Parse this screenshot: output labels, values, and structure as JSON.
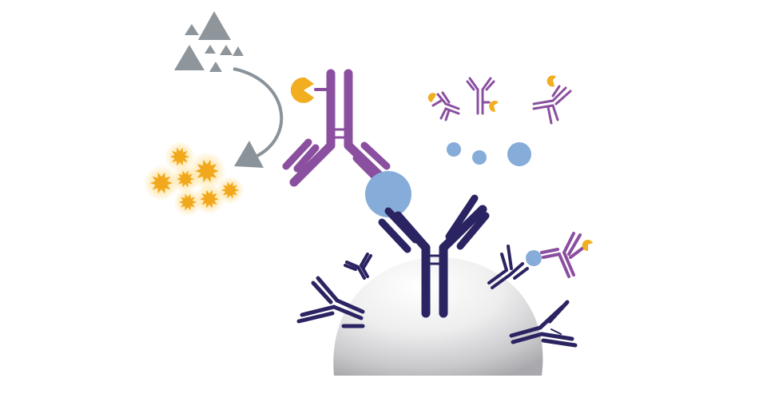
{
  "diagram": {
    "kind": "sandwich-immunoassay-illustration",
    "colors": {
      "background": "#ffffff",
      "substrate_gray": "#8e969c",
      "arrow_gray": "#8b939a",
      "signal_orange": "#f2a81c",
      "signal_glow": "#f7c54a",
      "detection_purple": "#8b4fa0",
      "capture_navy": "#2b2462",
      "antigen_blue": "#86acd9",
      "bead_light": "#f6f6f6",
      "bead_shadow": "#a9a9ad",
      "enzyme_orange": "#f0ae20"
    },
    "elements": [
      "substrate-triangles",
      "conversion-arrow",
      "signal-stars",
      "enzyme-labeled-detection-antibody",
      "antigen",
      "capture-antibody",
      "solid-support-bead",
      "free-detection-antibodies",
      "free-antigens"
    ]
  }
}
